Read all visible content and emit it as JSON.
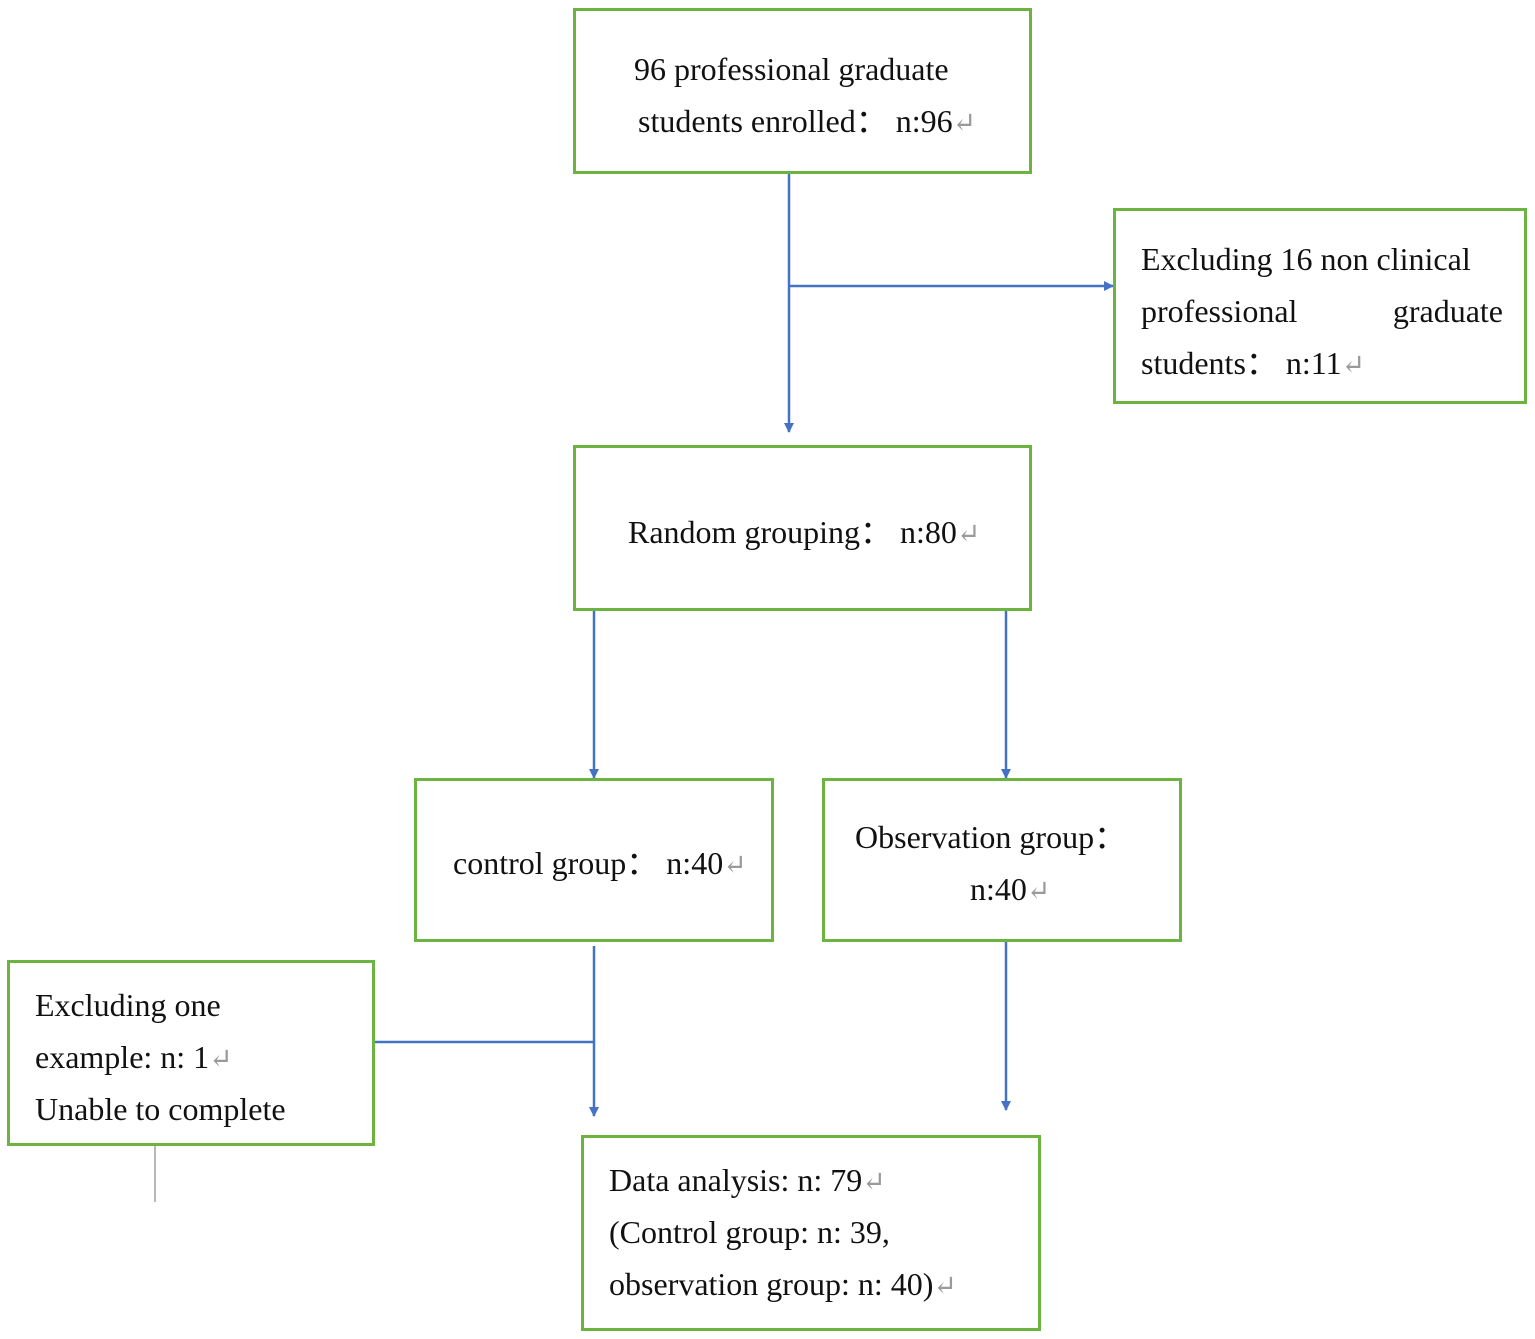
{
  "diagram": {
    "enrolled": {
      "line1": "96 professional graduate",
      "line2": "students enrolled： n:96"
    },
    "excluded_nonclinical": {
      "line1": "Excluding 16 non clinical",
      "line2_left": "professional",
      "line2_right": "graduate",
      "line3": "students： n:11"
    },
    "random_grouping": {
      "text": "Random grouping： n:80"
    },
    "control_group": {
      "text": "control group： n:40"
    },
    "observation_group": {
      "line1": "Observation group：",
      "line2": "n:40"
    },
    "excluded_one": {
      "line1": "Excluding one",
      "line2": "example: n: 1",
      "line3": "Unable to complete"
    },
    "data_analysis": {
      "line1": "Data analysis: n: 79",
      "line2": "(Control group: n: 39,",
      "line3": "observation group: n: 40)"
    },
    "paragraph_mark": "↵",
    "colors": {
      "box_border": "#6db33f",
      "arrow": "#4472c4",
      "paragraph_mark": "#9a9a9a"
    }
  }
}
